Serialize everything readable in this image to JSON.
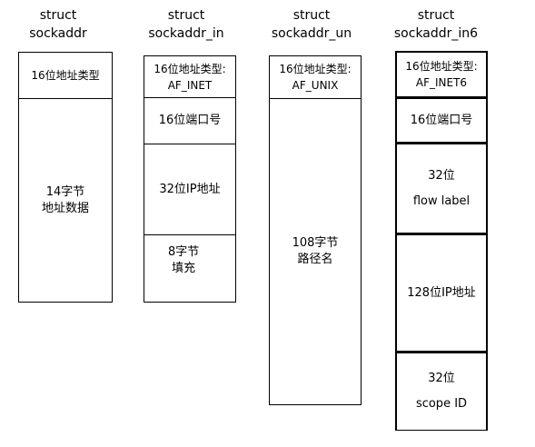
{
  "structs": [
    {
      "title": "struct\nsockaddr",
      "fields": [
        {
          "text": "16位地址类型"
        },
        {
          "text": "14字节\n地址数据"
        }
      ]
    },
    {
      "title": "struct\nsockaddr_in",
      "fields": [
        {
          "text": "16位地址类型:\nAF_INET"
        },
        {
          "text": "16位端口号"
        },
        {
          "text": "32位IP地址"
        },
        {
          "text": "8字节\n填充"
        }
      ]
    },
    {
      "title": "struct\nsockaddr_un",
      "fields": [
        {
          "text": "16位地址类型:\nAF_UNIX"
        },
        {
          "text": "108字节\n路径名"
        }
      ]
    },
    {
      "title": "struct\nsockaddr_in6",
      "fields": [
        {
          "text": "16位地址类型:\nAF_INET6"
        },
        {
          "text": "16位端口号"
        },
        {
          "text": "32位\n\nflow label"
        },
        {
          "text": "128位IP地址"
        },
        {
          "text": "32位\n\nscope ID"
        }
      ]
    }
  ]
}
